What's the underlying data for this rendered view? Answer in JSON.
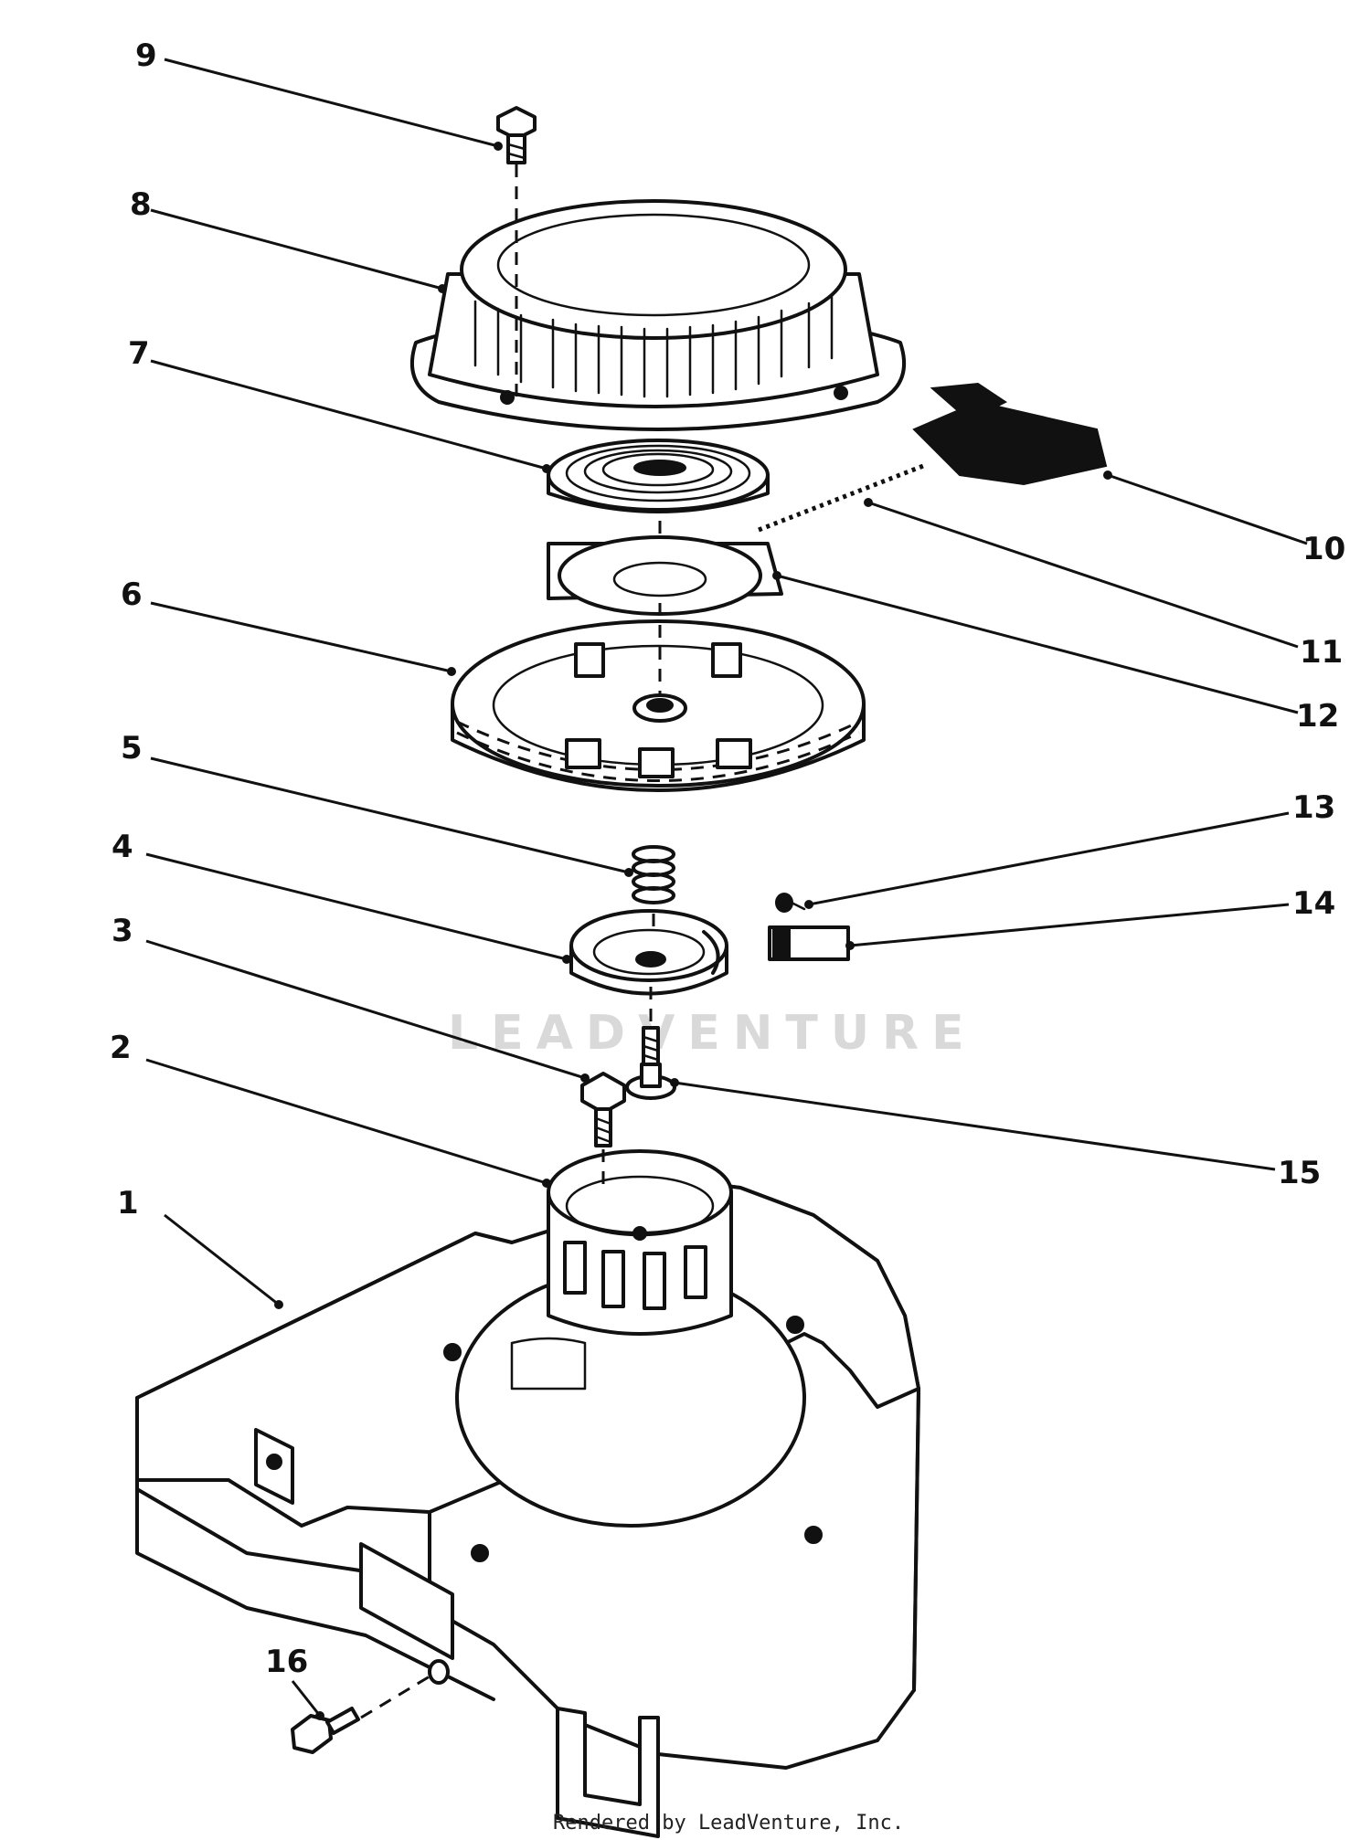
{
  "callouts": [
    {
      "id": "1",
      "text": "1"
    },
    {
      "id": "2",
      "text": "2"
    },
    {
      "id": "3",
      "text": "3"
    },
    {
      "id": "4",
      "text": "4"
    },
    {
      "id": "5",
      "text": "5"
    },
    {
      "id": "6",
      "text": "6"
    },
    {
      "id": "7",
      "text": "7"
    },
    {
      "id": "8",
      "text": "8"
    },
    {
      "id": "9",
      "text": "9"
    },
    {
      "id": "10",
      "text": "10"
    },
    {
      "id": "11",
      "text": "11"
    },
    {
      "id": "12",
      "text": "12"
    },
    {
      "id": "13",
      "text": "13"
    },
    {
      "id": "14",
      "text": "14"
    },
    {
      "id": "15",
      "text": "15"
    },
    {
      "id": "16",
      "text": "16"
    }
  ],
  "watermark": "LEADVENTURE",
  "credit": "Rendered by LeadVenture, Inc."
}
